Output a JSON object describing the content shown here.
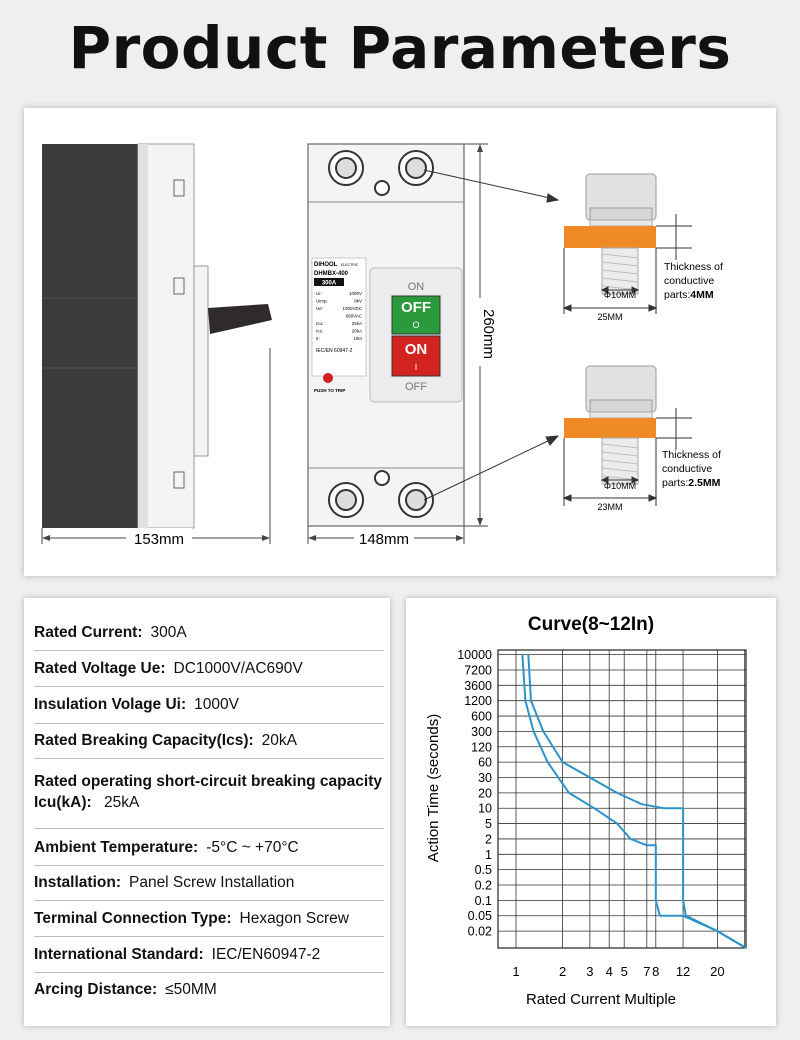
{
  "title": "Product Parameters",
  "dimensions": {
    "depth": "153mm",
    "width": "148mm",
    "height": "260mm",
    "device": {
      "brand": "DIHOOL",
      "brand_sub": "ELECTRIC",
      "model": "DHMBX-400",
      "rating": "300A",
      "specs": [
        [
          "Ui:",
          "1000V"
        ],
        [
          "Uimp:",
          "8kV"
        ],
        [
          "Ue:",
          "1000VDC"
        ],
        [
          "",
          "690VAC"
        ],
        [
          "Icu:",
          "25kA"
        ],
        [
          "Ics:",
          "20kA"
        ],
        [
          "Ir:",
          "10In"
        ]
      ],
      "standard": "IEC/EN 60947-2",
      "on_label": "ON",
      "off_label": "OFF",
      "off_button": "OFF",
      "off_button_mark": "O",
      "on_button": "ON",
      "on_button_mark": "I",
      "push_to_trip": "PUSH TO TRIP"
    },
    "terminal_top": {
      "bolt_dia": "Φ10MM",
      "width": "25MM",
      "note_line1": "Thickness of",
      "note_line2": "conductive",
      "note_prefix": "parts:",
      "note_value": "4MM"
    },
    "terminal_bottom": {
      "bolt_dia": "Φ10MM",
      "width": "23MM",
      "note_line1": "Thickness of",
      "note_line2": "conductive",
      "note_prefix": "parts:",
      "note_value": "2.5MM"
    }
  },
  "parameters": [
    {
      "label": "Rated Current:",
      "value": "300A"
    },
    {
      "label": "Rated Voltage Ue:",
      "value": "DC1000V/AC690V"
    },
    {
      "label": "Insulation Volage Ui:",
      "value": "1000V"
    },
    {
      "label": "Rated Breaking Capacity(Ics):",
      "value": "20kA"
    },
    {
      "label": "Rated operating short-circuit breaking capacity Icu(kA):",
      "value": "25kA"
    },
    {
      "label": "Ambient Temperature:",
      "value": "-5°C ~ +70°C"
    },
    {
      "label": "Installation:",
      "value": "Panel Screw Installation"
    },
    {
      "label": "Terminal Connection Type:",
      "value": "Hexagon Screw"
    },
    {
      "label": "International Standard:",
      "value": "IEC/EN60947-2"
    },
    {
      "label": "Arcing Distance:",
      "value": "≤50MM"
    }
  ],
  "chart_data": {
    "type": "line",
    "title": "Curve(8~12In)",
    "xlabel": "Rated Current Multiple",
    "ylabel": "Action Time (seconds)",
    "x_ticks": [
      "1",
      "2",
      "3",
      "4",
      "5",
      "7",
      "8",
      "12",
      "20"
    ],
    "y_ticks": [
      "10000",
      "7200",
      "3600",
      "1200",
      "600",
      "300",
      "120",
      "60",
      "30",
      "20",
      "10",
      "5",
      "2",
      "1",
      "0.5",
      "0.2",
      "0.1",
      "0.05",
      "0.02"
    ],
    "grid": true,
    "series": [
      {
        "points": [
          [
            1.1,
            10000
          ],
          [
            1.15,
            1200
          ],
          [
            1.3,
            300
          ],
          [
            1.6,
            60
          ],
          [
            2.2,
            20
          ],
          [
            3.2,
            10
          ],
          [
            4.5,
            5
          ],
          [
            5.5,
            2
          ],
          [
            7,
            1.5
          ],
          [
            8,
            1.5
          ],
          [
            8,
            0.1
          ],
          [
            8.5,
            0.05
          ],
          [
            12,
            0.05
          ],
          [
            20,
            0.02
          ],
          [
            40,
            0.005
          ]
        ]
      },
      {
        "points": [
          [
            1.2,
            10000
          ],
          [
            1.25,
            1200
          ],
          [
            1.5,
            300
          ],
          [
            2,
            60
          ],
          [
            3,
            30
          ],
          [
            4.5,
            20
          ],
          [
            6.5,
            12
          ],
          [
            9,
            10
          ],
          [
            12,
            10
          ],
          [
            12,
            0.1
          ],
          [
            12.5,
            0.05
          ],
          [
            20,
            0.02
          ],
          [
            40,
            0.005
          ]
        ]
      }
    ],
    "line_color": "#2a93c8"
  }
}
